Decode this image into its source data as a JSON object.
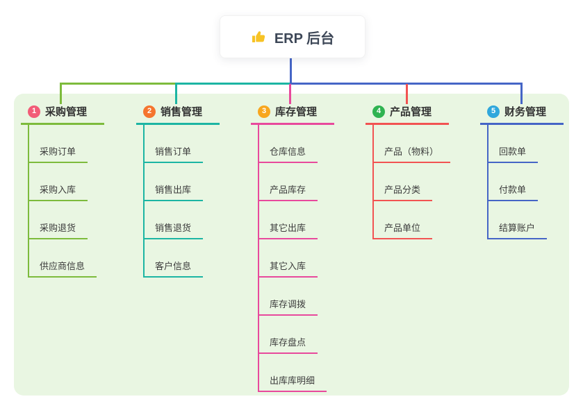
{
  "root": {
    "label": "ERP 后台",
    "icon": "thumbs-up-icon"
  },
  "branches": [
    {
      "badge": "1",
      "label": "采购管理",
      "badge_color": "#f25c77",
      "line_color": "#7dbb3c",
      "children": [
        "采购订单",
        "采购入库",
        "采购退货",
        "供应商信息"
      ]
    },
    {
      "badge": "2",
      "label": "销售管理",
      "badge_color": "#f5752e",
      "line_color": "#1cb5a3",
      "children": [
        "销售订单",
        "销售出库",
        "销售退货",
        "客户信息"
      ]
    },
    {
      "badge": "3",
      "label": "库存管理",
      "badge_color": "#f8a61e",
      "line_color": "#e8499c",
      "children": [
        "仓库信息",
        "产品库存",
        "其它出库",
        "其它入库",
        "库存调拨",
        "库存盘点",
        "出库库明细"
      ]
    },
    {
      "badge": "4",
      "label": "产品管理",
      "badge_color": "#2fb351",
      "line_color": "#f25352",
      "children": [
        "产品（物料）",
        "产品分类",
        "产品单位"
      ]
    },
    {
      "badge": "5",
      "label": "财务管理",
      "badge_color": "#2fa7dc",
      "line_color": "#4565c6",
      "children": [
        "回款单",
        "付款单",
        "结算账户"
      ]
    }
  ],
  "colors": {
    "page_bg": "#ffffff",
    "panel_bg": "#e9f6e2",
    "root_line": "#4565c6",
    "header_text": "#333333",
    "child_text": "#3c3c3c",
    "thumb_yellow": "#f7c325"
  }
}
